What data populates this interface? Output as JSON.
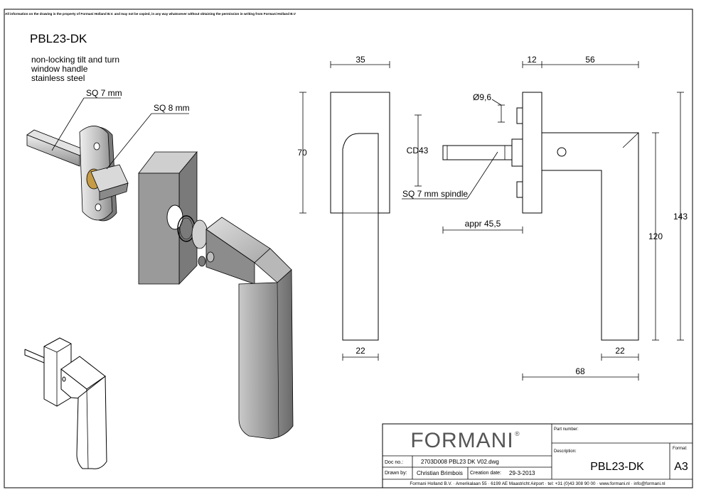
{
  "notice": "All information on the drawing is the property of Formani Holland B.V. and may not be copied, in any way whatsoever without obtaining the permission in writing from Formani Holland B.V",
  "product": {
    "code": "PBL23-DK",
    "description_lines": [
      "non-locking tilt and turn",
      "window handle",
      "stainless steel"
    ]
  },
  "callouts": {
    "sq7": "SQ 7 mm",
    "sq8": "SQ 8 mm",
    "spindle": "SQ 7 mm spindle"
  },
  "dimensions": {
    "front_width": "35",
    "front_height": "70",
    "front_bottom_width": "22",
    "side_rose_thickness": "12",
    "side_top_width": "56",
    "side_diameter": "Ø9,6",
    "side_cd": "CD43",
    "side_spindle_length": "appr 45,5",
    "side_height_total": "143",
    "side_height_handle": "120",
    "side_bottom_width": "22",
    "side_overall_width": "68"
  },
  "title_block": {
    "brand": "FORMANI",
    "brand_mark": "®",
    "doc_no_label": "Doc no.:",
    "doc_no": "2703D008 PBL23 DK V02.dwg",
    "drawn_by_label": "Drawn by:",
    "drawn_by": "Christian Brimbois",
    "creation_date_label": "Creation date:",
    "creation_date": "29-3-2013",
    "part_number_label": "Part number:",
    "description_label": "Description:",
    "description": "PBL23-DK",
    "format_label": "Format:",
    "format": "A3",
    "footer": "Formani Holland B.V. · Amerikalaan 55 · 6199 AE Maastricht Airport · tel: +31 (0)43 308 90 00 · www.formani.nl · info@formani.nl"
  },
  "colors": {
    "metal_light": "#d4d4d4",
    "metal_mid": "#a8a8a8",
    "metal_dark": "#6e6e6e",
    "brass": "#b8913a"
  }
}
